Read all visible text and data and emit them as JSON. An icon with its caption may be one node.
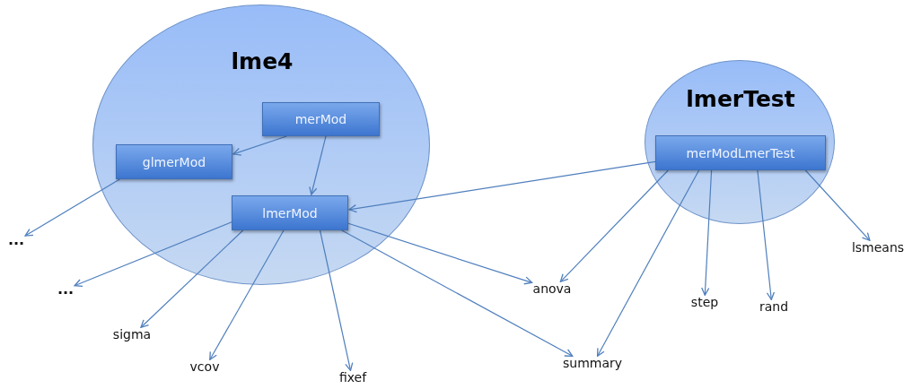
{
  "diagram": {
    "nodes": [
      {
        "text": [
          "lme4"
        ]
      },
      {
        "text": [
          "merMod"
        ],
        "in": 0
      },
      {
        "text": [
          "glmerMod"
        ],
        "in": 0
      },
      {
        "text": [
          "lmerMod"
        ],
        "in": 0
      },
      {
        "text": [
          "lmerTest"
        ]
      },
      {
        "text": [
          "merModLmerTest"
        ],
        "in": 4
      },
      {
        "text": [
          "..."
        ]
      },
      {
        "text": [
          "..."
        ]
      },
      {
        "text": [
          "sigma"
        ]
      },
      {
        "text": [
          "vcov"
        ]
      },
      {
        "text": [
          "fixef"
        ]
      },
      {
        "text": [
          "anova"
        ]
      },
      {
        "text": [
          "summary"
        ]
      },
      {
        "text": [
          "step"
        ]
      },
      {
        "text": [
          "rand"
        ]
      },
      {
        "text": [
          "lsmeans"
        ]
      }
    ],
    "edges": [
      {
        "from": 1,
        "to": 2,
        "arrow": "to"
      },
      {
        "from": 1,
        "to": 3,
        "arrow": "to"
      },
      {
        "from": 2,
        "to": 6,
        "arrow": "to"
      },
      {
        "from": 5,
        "to": 3,
        "arrow": "to"
      },
      {
        "from": 3,
        "to": 7,
        "arrow": "to"
      },
      {
        "from": 3,
        "to": 8,
        "arrow": "to"
      },
      {
        "from": 3,
        "to": 9,
        "arrow": "to"
      },
      {
        "from": 3,
        "to": 10,
        "arrow": "to"
      },
      {
        "from": 3,
        "to": 11,
        "arrow": "to"
      },
      {
        "from": 3,
        "to": 12,
        "arrow": "to"
      },
      {
        "from": 5,
        "to": 11,
        "arrow": "to"
      },
      {
        "from": 5,
        "to": 12,
        "arrow": "to"
      },
      {
        "from": 5,
        "to": 13,
        "arrow": "to"
      },
      {
        "from": 5,
        "to": 14,
        "arrow": "to"
      },
      {
        "from": 5,
        "to": 15,
        "arrow": "to"
      }
    ]
  }
}
